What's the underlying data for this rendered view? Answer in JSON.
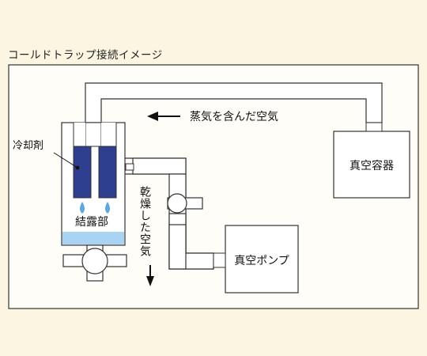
{
  "caption": "コールドトラップ接続イメージ",
  "labels": {
    "coolant": "冷却剤",
    "condensation": "結露部",
    "vapor_flow": "蒸気を含んだ空気",
    "dry_air": "乾燥した空気",
    "vacuum_container": "真空容器",
    "vacuum_pump": "真空ポンプ"
  },
  "colors": {
    "background": "#fbf5e2",
    "frame_fill": "#fffdf7",
    "line": "#333333",
    "coolant": "#2f3f8f",
    "water": "#a9d3f2",
    "droplet": "#5aa9e6"
  }
}
